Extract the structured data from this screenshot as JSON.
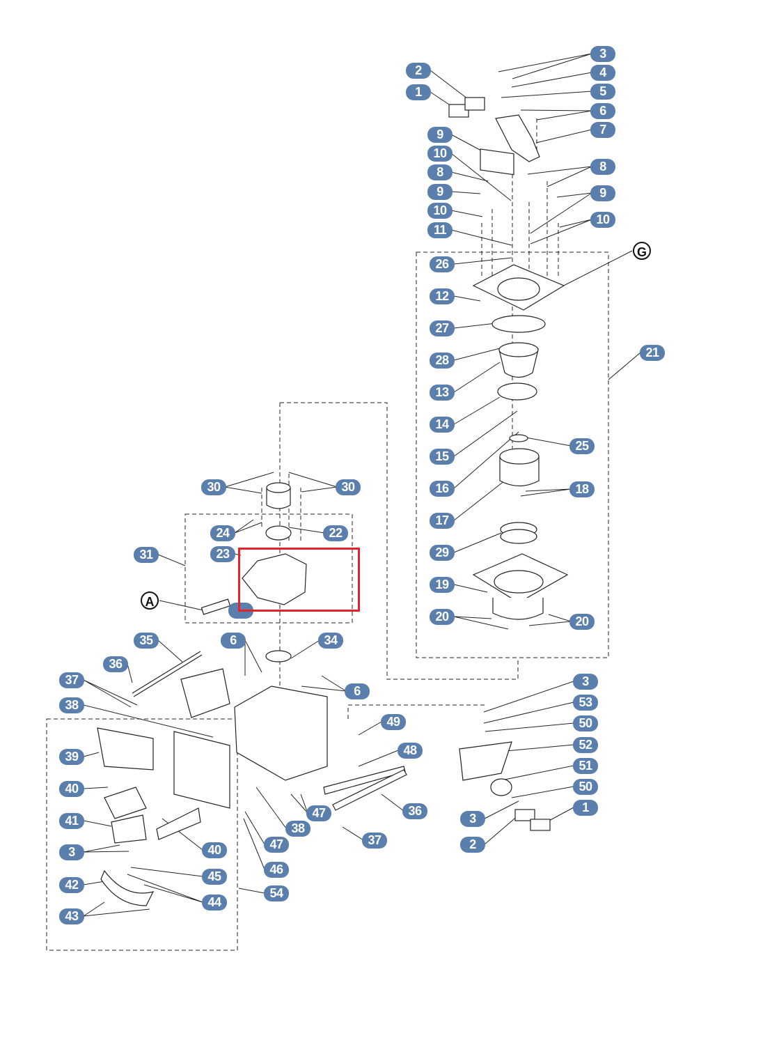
{
  "diagram": {
    "title": "Exploded parts diagram",
    "callouts": {
      "upper_assembly": [
        "3",
        "4",
        "5",
        "6",
        "7",
        "2",
        "1",
        "9",
        "10",
        "8",
        "9",
        "10",
        "11",
        "8",
        "9",
        "10",
        "26",
        "12",
        "27",
        "28",
        "13",
        "14",
        "15",
        "16",
        "17",
        "29",
        "19",
        "20",
        "20",
        "25",
        "18",
        "21"
      ],
      "middle_assembly": [
        "30",
        "30",
        "24",
        "22",
        "31",
        "23",
        "35",
        "36",
        "6",
        "34",
        "6",
        "37",
        "38",
        "49",
        "39",
        "48",
        "40",
        "41",
        "3",
        "42",
        "43",
        "40",
        "45",
        "44",
        "47",
        "38",
        "47",
        "46",
        "54",
        "36",
        "37"
      ],
      "lower_right_assembly": [
        "3",
        "53",
        "50",
        "52",
        "51",
        "50",
        "1",
        "3",
        "2"
      ],
      "reference_markers": [
        "G",
        "A"
      ]
    },
    "highlight_color": "#e5232b",
    "callout_color": "#5b7fac"
  }
}
